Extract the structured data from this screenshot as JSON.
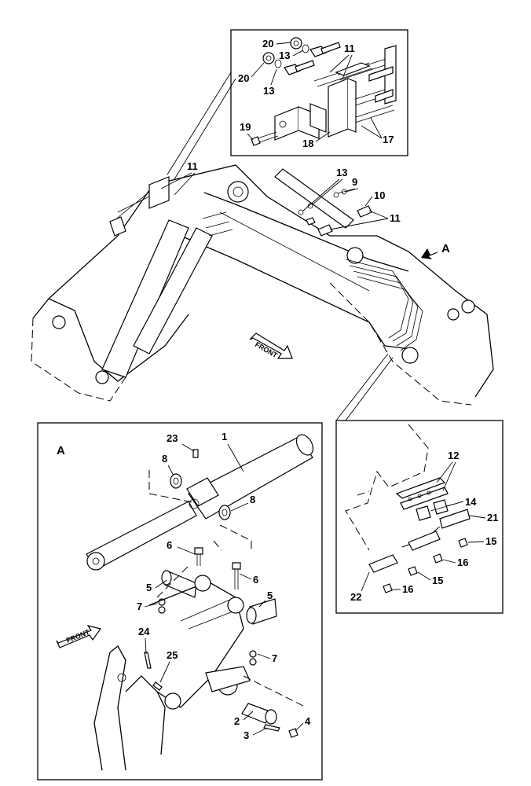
{
  "diagram": {
    "inset_top_labels": [
      "20",
      "13",
      "20",
      "13",
      "11",
      "19",
      "18",
      "17"
    ],
    "main_labels": [
      "11",
      "13",
      "9",
      "10",
      "11",
      "A"
    ],
    "main_front_label": "FRONT",
    "detail_a_title": "A",
    "detail_a_labels": [
      "23",
      "1",
      "8",
      "8",
      "6",
      "5",
      "6",
      "7",
      "5",
      "24",
      "25",
      "7",
      "2",
      "3",
      "4"
    ],
    "detail_a_front_label": "FRONT",
    "inset_right_labels": [
      "12",
      "14",
      "21",
      "15",
      "16",
      "15",
      "22",
      "16"
    ]
  }
}
